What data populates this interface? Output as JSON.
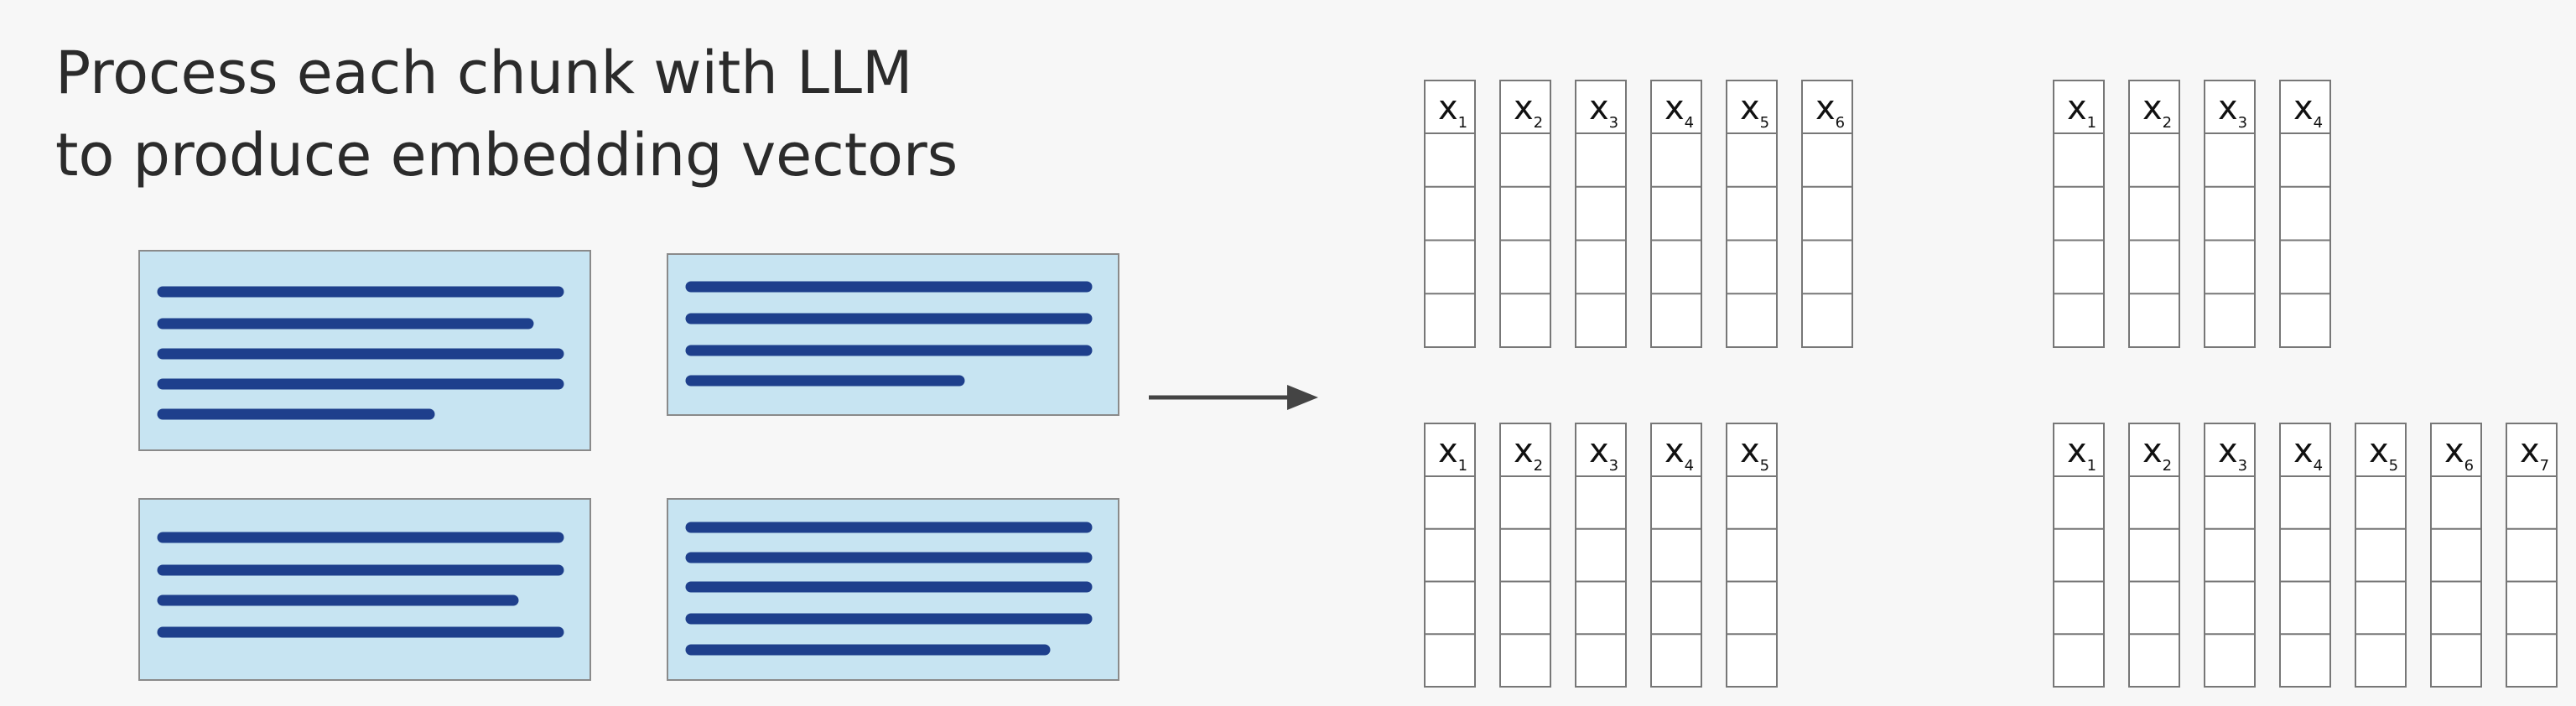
{
  "title": {
    "line1": "Process each chunk with LLM",
    "line2": "to produce embedding vectors"
  },
  "colors": {
    "background": "#f7f7f7",
    "chunk_fill": "#c7e4f2",
    "chunk_border": "#8a8a8a",
    "text_line": "#1e3f8c",
    "arrow": "#444444",
    "vector_border": "#777777",
    "vector_fill": "#ffffff"
  },
  "chunks": [
    {
      "id": "chunk-1",
      "line_count": 5
    },
    {
      "id": "chunk-2",
      "line_count": 4
    },
    {
      "id": "chunk-3",
      "line_count": 4
    },
    {
      "id": "chunk-4",
      "line_count": 5
    }
  ],
  "vector_groups": [
    {
      "id": "group-1",
      "labels": [
        {
          "base": "x",
          "sub": "1"
        },
        {
          "base": "x",
          "sub": "2"
        },
        {
          "base": "x",
          "sub": "3"
        },
        {
          "base": "x",
          "sub": "4"
        },
        {
          "base": "x",
          "sub": "5"
        },
        {
          "base": "x",
          "sub": "6"
        }
      ]
    },
    {
      "id": "group-2",
      "labels": [
        {
          "base": "x",
          "sub": "1"
        },
        {
          "base": "x",
          "sub": "2"
        },
        {
          "base": "x",
          "sub": "3"
        },
        {
          "base": "x",
          "sub": "4"
        }
      ]
    },
    {
      "id": "group-3",
      "labels": [
        {
          "base": "x",
          "sub": "1"
        },
        {
          "base": "x",
          "sub": "2"
        },
        {
          "base": "x",
          "sub": "3"
        },
        {
          "base": "x",
          "sub": "4"
        },
        {
          "base": "x",
          "sub": "5"
        }
      ]
    },
    {
      "id": "group-4",
      "labels": [
        {
          "base": "x",
          "sub": "1"
        },
        {
          "base": "x",
          "sub": "2"
        },
        {
          "base": "x",
          "sub": "3"
        },
        {
          "base": "x",
          "sub": "4"
        },
        {
          "base": "x",
          "sub": "5"
        },
        {
          "base": "x",
          "sub": "6"
        },
        {
          "base": "x",
          "sub": "7"
        }
      ]
    }
  ]
}
